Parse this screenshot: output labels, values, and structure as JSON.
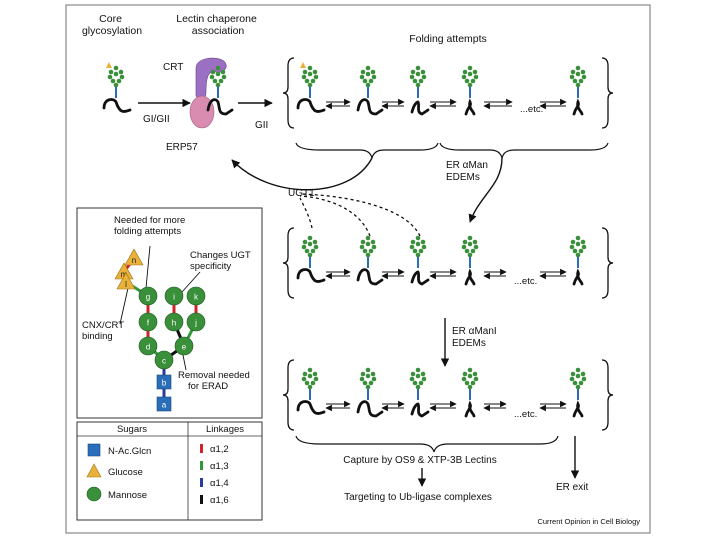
{
  "labels": {
    "core_glycosylation": [
      "Core",
      "glycosylation"
    ],
    "lectin_chaperone": [
      "Lectin chaperone",
      "association"
    ],
    "folding_attempts": "Folding attempts",
    "crt": "CRT",
    "erp57": "ERP57",
    "gi_gii": "GI/GII",
    "gii": "GII",
    "er_man_edem_1": [
      "ER αMan",
      "EDEMs"
    ],
    "ugt1": "UGT1",
    "er_man_edem_2": [
      "ER αManI",
      "EDEMs"
    ],
    "capture": "Capture by OS9 & XTP-3B Lectins",
    "targeting": "Targeting to Ub-ligase complexes",
    "er_exit": "ER exit",
    "etc_1": "...etc.",
    "etc_2": "...etc.",
    "etc_3": "...etc."
  },
  "inset": {
    "needed_for_more": [
      "Needed for more",
      "folding attempts"
    ],
    "changes_ugt": [
      "Changes UGT",
      "specificity"
    ],
    "cnx_crt": [
      "CNX/CRT",
      "binding"
    ],
    "removal": [
      "Removal needed",
      "for ERAD"
    ],
    "nodes": [
      "n",
      "m",
      "l",
      "g",
      "f",
      "d",
      "i",
      "h",
      "k",
      "j",
      "e",
      "c",
      "b",
      "a"
    ]
  },
  "legend": {
    "sugars_header": "Sugars",
    "linkages_header": "Linkages",
    "sugars": [
      "N-Ac.Glcn",
      "Glucose",
      "Mannose"
    ],
    "linkages": [
      "α1,2",
      "α1,3",
      "α1,4",
      "α1,6"
    ]
  },
  "footer": "Current Opinion in Cell Biology",
  "colors": {
    "mannose": "#3a8f3a",
    "glucose": "#e8b23a",
    "glcnac": "#2a6db8",
    "link_a12": "#d0222a",
    "link_a13": "#2e9a3a",
    "link_a14": "#2b3aa0",
    "link_a16": "#111111",
    "crt": "#9b6fc1",
    "erp57": "#d98cb0"
  }
}
